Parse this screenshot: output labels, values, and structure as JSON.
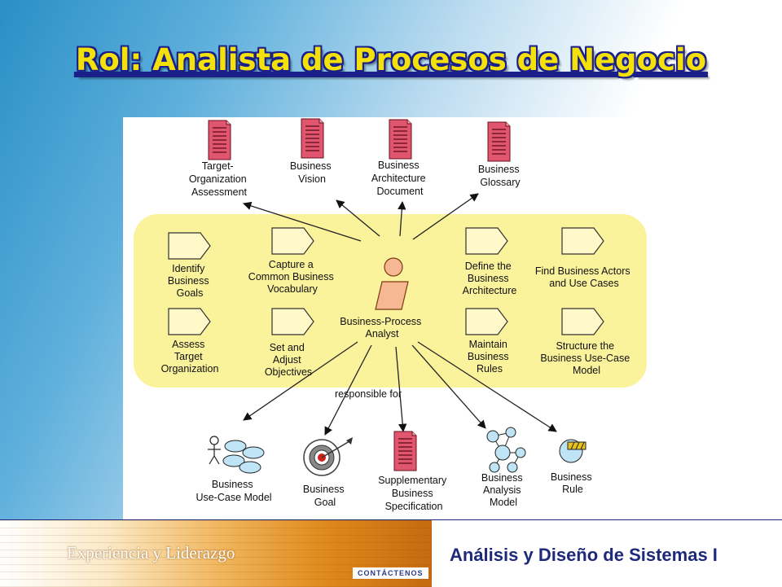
{
  "title": "Rol: Analista de Procesos de Negocio",
  "footer": {
    "banner_text": "Experiencia y Liderazgo",
    "contact_label": "CONTÁCTENOS",
    "course_title": "Análisis y Diseño de Sistemas I"
  },
  "diagram": {
    "role": [
      "Business-Process",
      "Analyst"
    ],
    "responsible_label": "responsible for",
    "top_artifacts": [
      [
        "Target-",
        "Organization",
        "Assessment"
      ],
      [
        "Business",
        "Vision"
      ],
      [
        "Business",
        "Architecture",
        "Document"
      ],
      [
        "Business",
        "Glossary"
      ]
    ],
    "activities": [
      [
        "Identify",
        "Business",
        "Goals"
      ],
      [
        "Capture a",
        "Common Business",
        "Vocabulary"
      ],
      [
        "Define the",
        "Business",
        "Architecture"
      ],
      [
        "Find Business Actors",
        "and Use Cases"
      ],
      [
        "Assess",
        "Target",
        "Organization"
      ],
      [
        "Set and",
        "Adjust",
        "Objectives"
      ],
      [
        "Maintain",
        "Business",
        "Rules"
      ],
      [
        "Structure the",
        "Business Use-Case",
        "Model"
      ]
    ],
    "bottom_artifacts": [
      [
        "Business",
        "Use-Case Model"
      ],
      [
        "Business",
        "Goal"
      ],
      [
        "Supplementary",
        "Business",
        "Specification"
      ],
      [
        "Business",
        "Analysis",
        "Model"
      ],
      [
        "Business",
        "Rule"
      ]
    ]
  }
}
